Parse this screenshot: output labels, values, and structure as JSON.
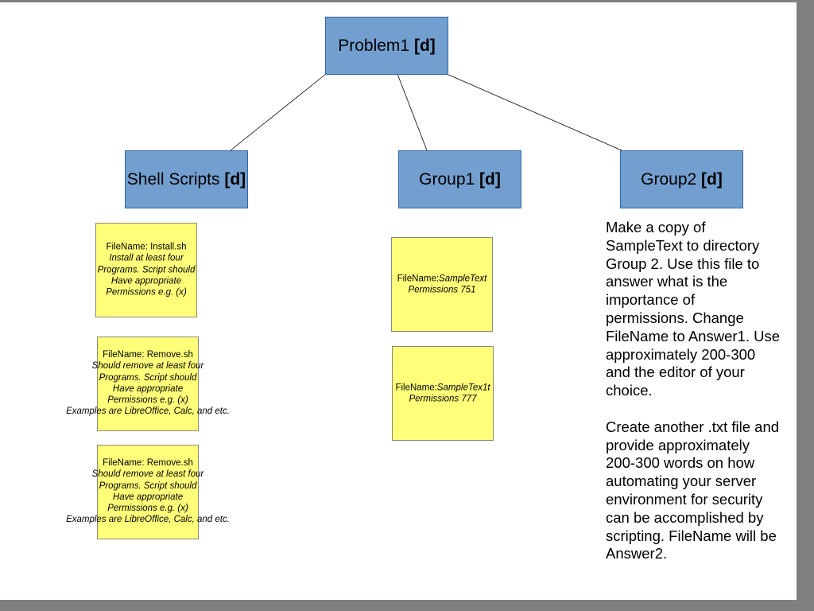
{
  "diagram": {
    "root": {
      "title": "Problem1",
      "tag": "[d]"
    },
    "children": [
      {
        "title": "Shell Scripts",
        "tag": "[d]"
      },
      {
        "title": "Group1",
        "tag": "[d]"
      },
      {
        "title": "Group2",
        "tag": "[d]"
      }
    ],
    "shell_notes": [
      {
        "filename": "FileName: Install.sh",
        "lines": [
          "Install at least four",
          "Programs. Script should",
          "Have appropriate",
          "Permissions e.g. (x)"
        ]
      },
      {
        "filename": "FileName: Remove.sh",
        "lines": [
          "Should remove at least four",
          "Programs. Script should",
          "Have appropriate",
          "Permissions e.g. (x)",
          "Examples are LibreOffice, Calc, and etc."
        ]
      },
      {
        "filename": "FileName: Remove.sh",
        "lines": [
          "Should remove at least four",
          "Programs. Script should",
          "Have appropriate",
          "Permissions e.g. (x)",
          "Examples are LibreOffice, Calc, and etc."
        ]
      }
    ],
    "group1_notes": [
      {
        "prefix": "FileName:",
        "name": "SampleText",
        "perm": "Permissions 751"
      },
      {
        "prefix": "FileName:",
        "name": "SampleTex1t",
        "perm": "Permissions 777"
      }
    ],
    "group2_text": {
      "para1": "Make a copy of SampleText to directory Group 2.  Use this file to answer what is the importance of permissions.  Change FileName to Answer1.  Use approximately 200-300 and the editor of your choice.",
      "para2": "Create another .txt file and provide approximately 200-300 words on how automating your server environment for security can be accomplished by scripting.  FileName will be Answer2."
    }
  }
}
